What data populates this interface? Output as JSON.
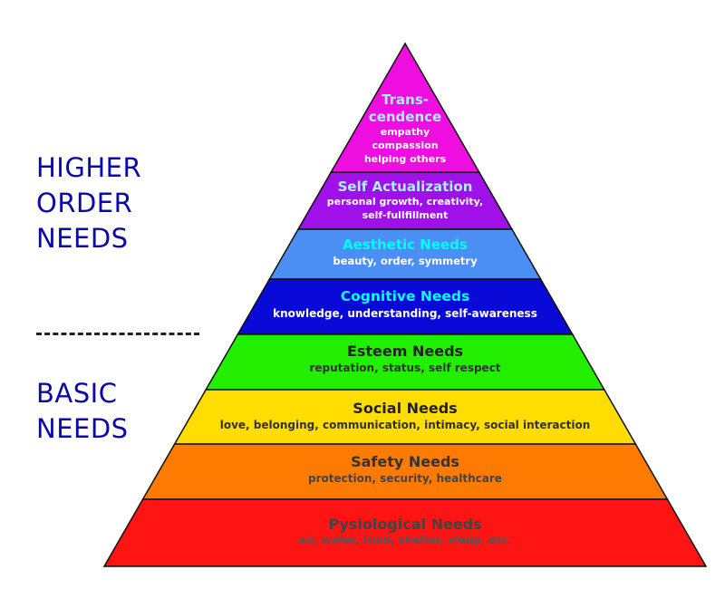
{
  "labels": {
    "higher": "HIGHER\nORDER\nNEEDS",
    "basic": "BASIC\nNEEDS",
    "label_color": "#0a0aa8"
  },
  "levels": [
    {
      "title": [
        "Trans-",
        "cendence"
      ],
      "details": [
        "empathy",
        "compassion",
        "helping others"
      ],
      "fill": "#ee0ee0",
      "title_color": "#a8f0ff",
      "detail_color": "#ffffff"
    },
    {
      "title": [
        "Self Actualization"
      ],
      "details": [
        "personal growth, creativity,",
        "self-fullfillment"
      ],
      "fill": "#a010e8",
      "title_color": "#a8f0ff",
      "detail_color": "#ffffff"
    },
    {
      "title": [
        "Aesthetic Needs"
      ],
      "details": [
        "beauty, order, symmetry"
      ],
      "fill": "#4b8ff5",
      "title_color": "#00ffff",
      "detail_color": "#ffffff"
    },
    {
      "title": [
        "Cognitive Needs"
      ],
      "details": [
        "knowledge, understanding, self-awareness"
      ],
      "fill": "#0a0ad8",
      "title_color": "#00ffff",
      "detail_color": "#ffffff"
    },
    {
      "title": [
        "Esteem Needs"
      ],
      "details": [
        "reputation, status, self respect"
      ],
      "fill": "#22ee00",
      "title_color": "#222222",
      "detail_color": "#333333"
    },
    {
      "title": [
        "Social Needs"
      ],
      "details": [
        "love, belonging, communication, intimacy, social interaction"
      ],
      "fill": "#ffdd00",
      "title_color": "#222222",
      "detail_color": "#333333"
    },
    {
      "title": [
        "Safety Needs"
      ],
      "details": [
        "protection, security, healthcare"
      ],
      "fill": "#ff7a00",
      "title_color": "#333333",
      "detail_color": "#444444"
    },
    {
      "title": [
        "Pysiological Needs"
      ],
      "details": [
        "air, water, food, shelter, sleep, etc."
      ],
      "fill": "#ff1414",
      "title_color": "#444444",
      "detail_color": "#555555"
    }
  ]
}
